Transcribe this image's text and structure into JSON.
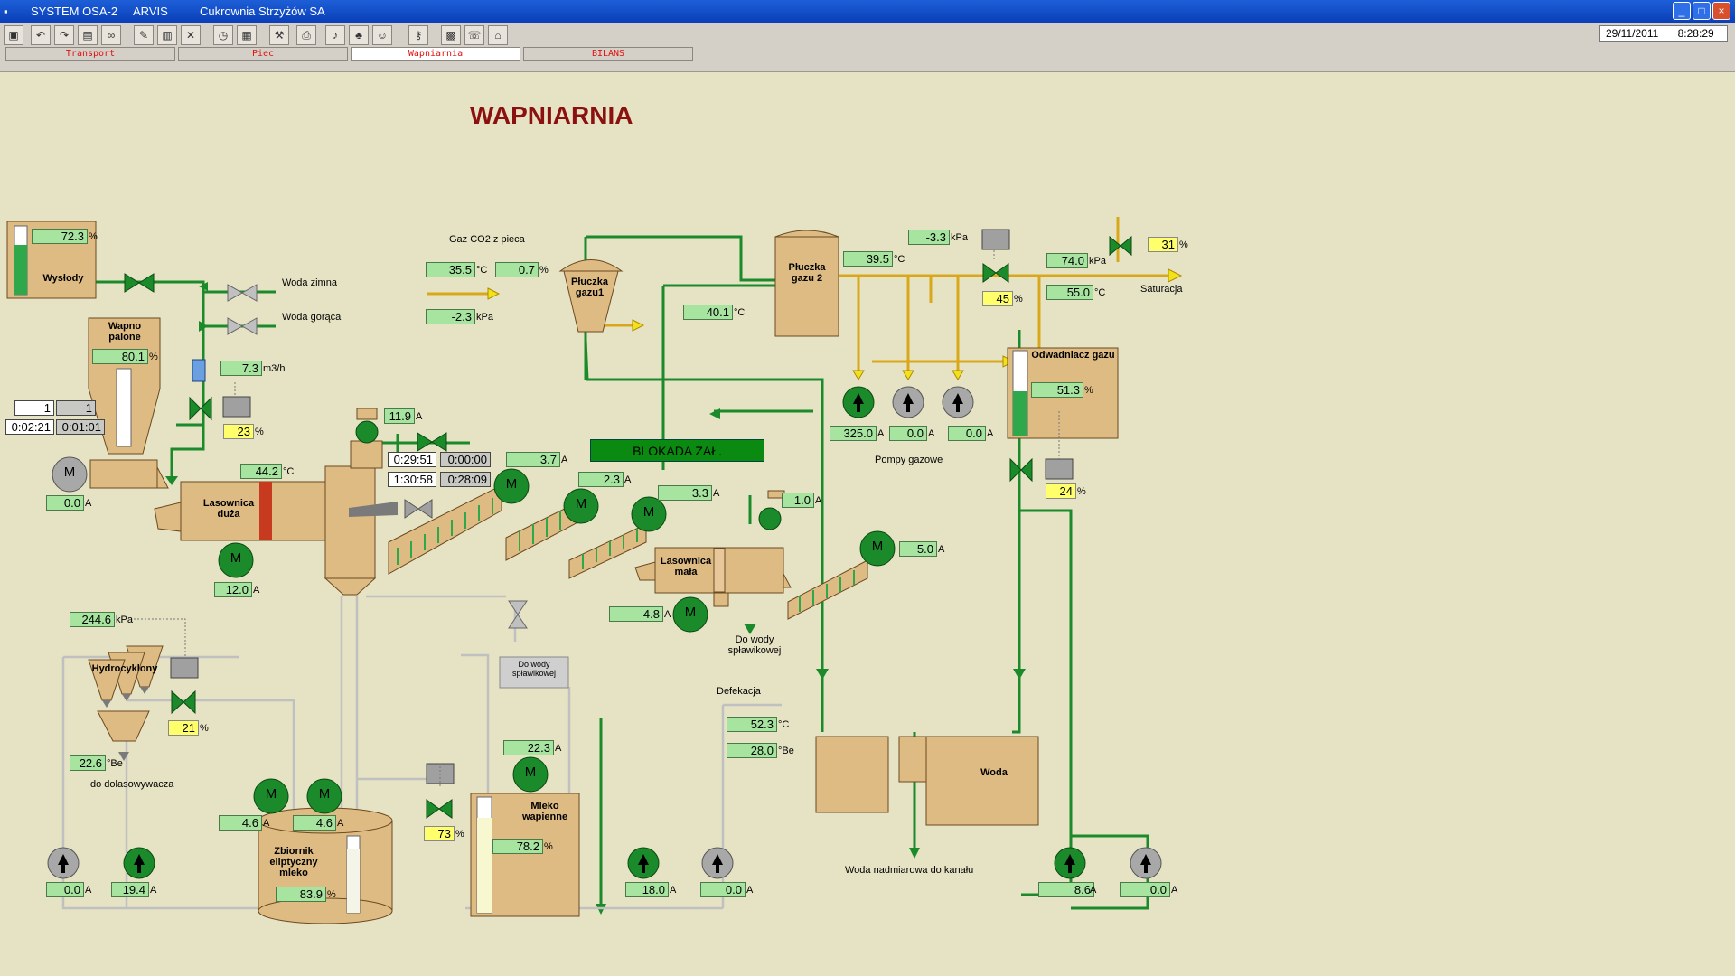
{
  "window": {
    "app": "SYSTEM OSA-2",
    "vendor": "ARVIS",
    "company": "Cukrownia Strzyżów SA"
  },
  "toolbar": {
    "tabs": [
      "Transport",
      "Piec",
      "Wapniarnia",
      "BILANS"
    ],
    "active_tab": "Wapniarnia",
    "date": "29/11/2011",
    "time": "8:28:29"
  },
  "page": {
    "title": "WAPNIARNIA"
  },
  "status": {
    "blokada": "BLOKADA ZAŁ."
  },
  "labels": {
    "gaz_co2": "Gaz CO2 z pieca",
    "woda_zimna": "Woda zimna",
    "woda_goraca": "Woda gorąca",
    "saturacja": "Saturacja",
    "pompy_gazowe": "Pompy gazowe",
    "do_wody_splawikowej": "Do wody spławikowej",
    "do_wody_splawikowej_box": "Do wody spławikowej",
    "defekacja": "Defekacja",
    "do_dolasowywacza": "do dolasowywacza",
    "woda_nadmiarowa": "Woda nadmiarowa do kanału"
  },
  "vessels": {
    "wyslody": "Wysłody",
    "wapno_palone": "Wapno palone",
    "pluczka1": "Płuczka gazu1",
    "pluczka2": "Płuczka gazu 2",
    "odwadniacz": "Odwadniacz gazu",
    "lasownica_duza": "Lasownica duża",
    "lasownica_mala": "Lasownica mała",
    "hydrocyklony": "Hydrocyklony",
    "zbiornik": "Zbiornik eliptyczny mleko",
    "mleko_wapienne": "Mleko wapienne",
    "woda": "Woda",
    "motor_letter": "M"
  },
  "readings": {
    "wyslody_level": "72.3",
    "wyslody_unit": "%",
    "wapno_level": "80.1",
    "wapno_unit": "%",
    "counter_a": "1",
    "counter_b": "1",
    "timer_a": "0:02:21",
    "timer_b": "0:01:01",
    "flow_water": "7.3",
    "flow_unit": "m3/h",
    "valve_water_pct": "23",
    "pct": "%",
    "motor_kiln_a": "0.0",
    "amp": "A",
    "temp_lasownica": "44.2",
    "degc": "°C",
    "motor_lasownica_a": "12.0",
    "current_119": "11.9",
    "t1": "0:29:51",
    "t2": "0:00:00",
    "t3": "1:30:58",
    "t4": "0:28:09",
    "m_37": "3.7",
    "m_23": "2.3",
    "m_33": "3.3",
    "m_10": "1.0",
    "m_50": "5.0",
    "m_48": "4.8",
    "gas_temp1": "35.5",
    "gas_pct1": "0.7",
    "gas_press1": "-2.3",
    "kpa": "kPa",
    "temp_401": "40.1",
    "temp_395": "39.5",
    "press_33": "-3.3",
    "valve_gas_pct": "45",
    "sat_press": "74.0",
    "sat_pct": "31",
    "sat_temp": "55.0",
    "odw_level": "51.3",
    "odw_valve_pct": "24",
    "pump_325": "325.0",
    "pump_00a": "0.0",
    "pump_00b": "0.0",
    "hydro_press": "244.6",
    "hydro_valve_pct": "21",
    "be_226": "22.6",
    "be_unit": "°Be",
    "zb_m1": "4.6",
    "zb_m2": "4.6",
    "zb_level": "83.9",
    "zb_valve_pct": "73",
    "mleko_m": "22.3",
    "mleko_level": "78.2",
    "def_temp": "52.3",
    "def_be": "28.0",
    "be_unit2": "°Be",
    "p_00_1": "0.0",
    "p_194": "19.4",
    "p_180": "18.0",
    "p_00_2": "0.0",
    "p_86": "8.6",
    "p_00_3": "0.0"
  },
  "colors": {
    "background": "#e6e3c4",
    "pipe_green": "#1a8a2a",
    "pipe_gas": "#d8a81a",
    "vessel": "#dfbb84",
    "value_box": "#a6e4a0",
    "setpoint_box": "#ffff6c"
  }
}
